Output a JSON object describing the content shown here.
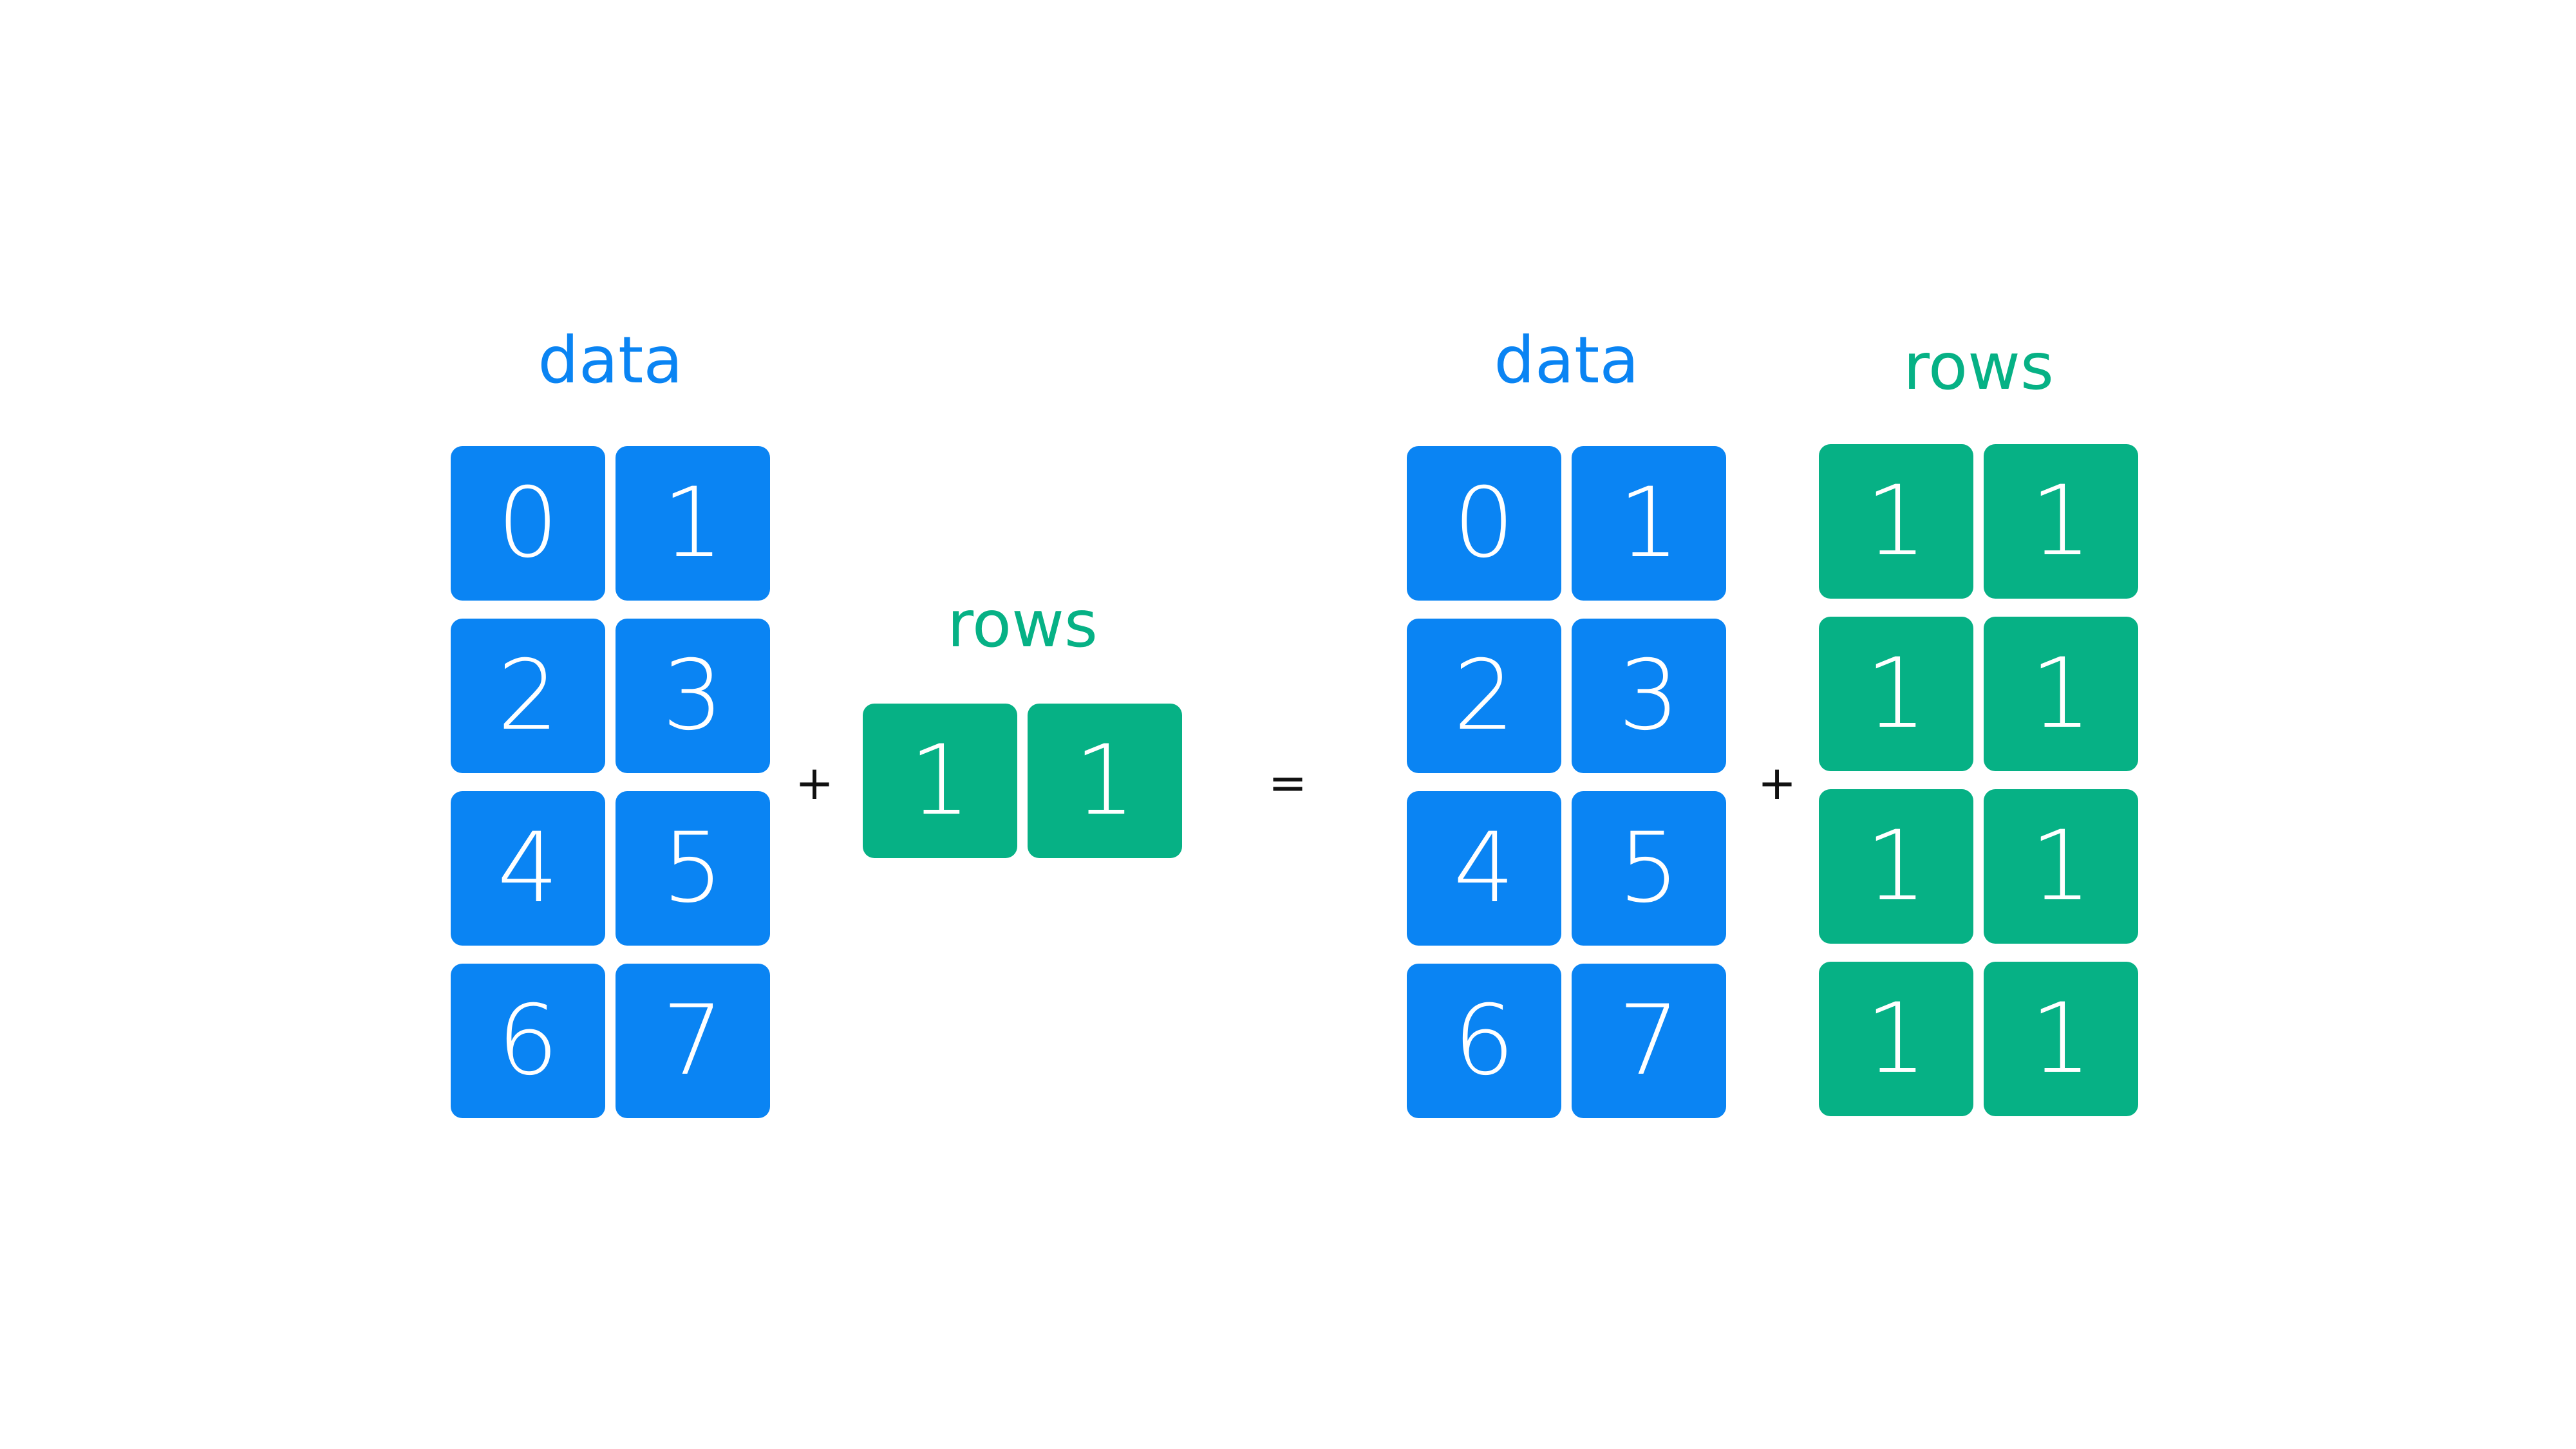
{
  "left": {
    "data_label": "data",
    "data_cells": [
      "0",
      "1",
      "2",
      "3",
      "4",
      "5",
      "6",
      "7"
    ],
    "rows_label": "rows",
    "rows_cells": [
      "1",
      "1"
    ]
  },
  "right": {
    "data_label": "data",
    "data_cells": [
      "0",
      "1",
      "2",
      "3",
      "4",
      "5",
      "6",
      "7"
    ],
    "rows_label": "rows",
    "rows_cells": [
      "1",
      "1",
      "1",
      "1",
      "1",
      "1",
      "1",
      "1"
    ]
  },
  "operators": {
    "plus_left": "+",
    "equals": "=",
    "plus_right": "+"
  },
  "colors": {
    "data": "#0a84f3",
    "rows": "#06b185"
  }
}
